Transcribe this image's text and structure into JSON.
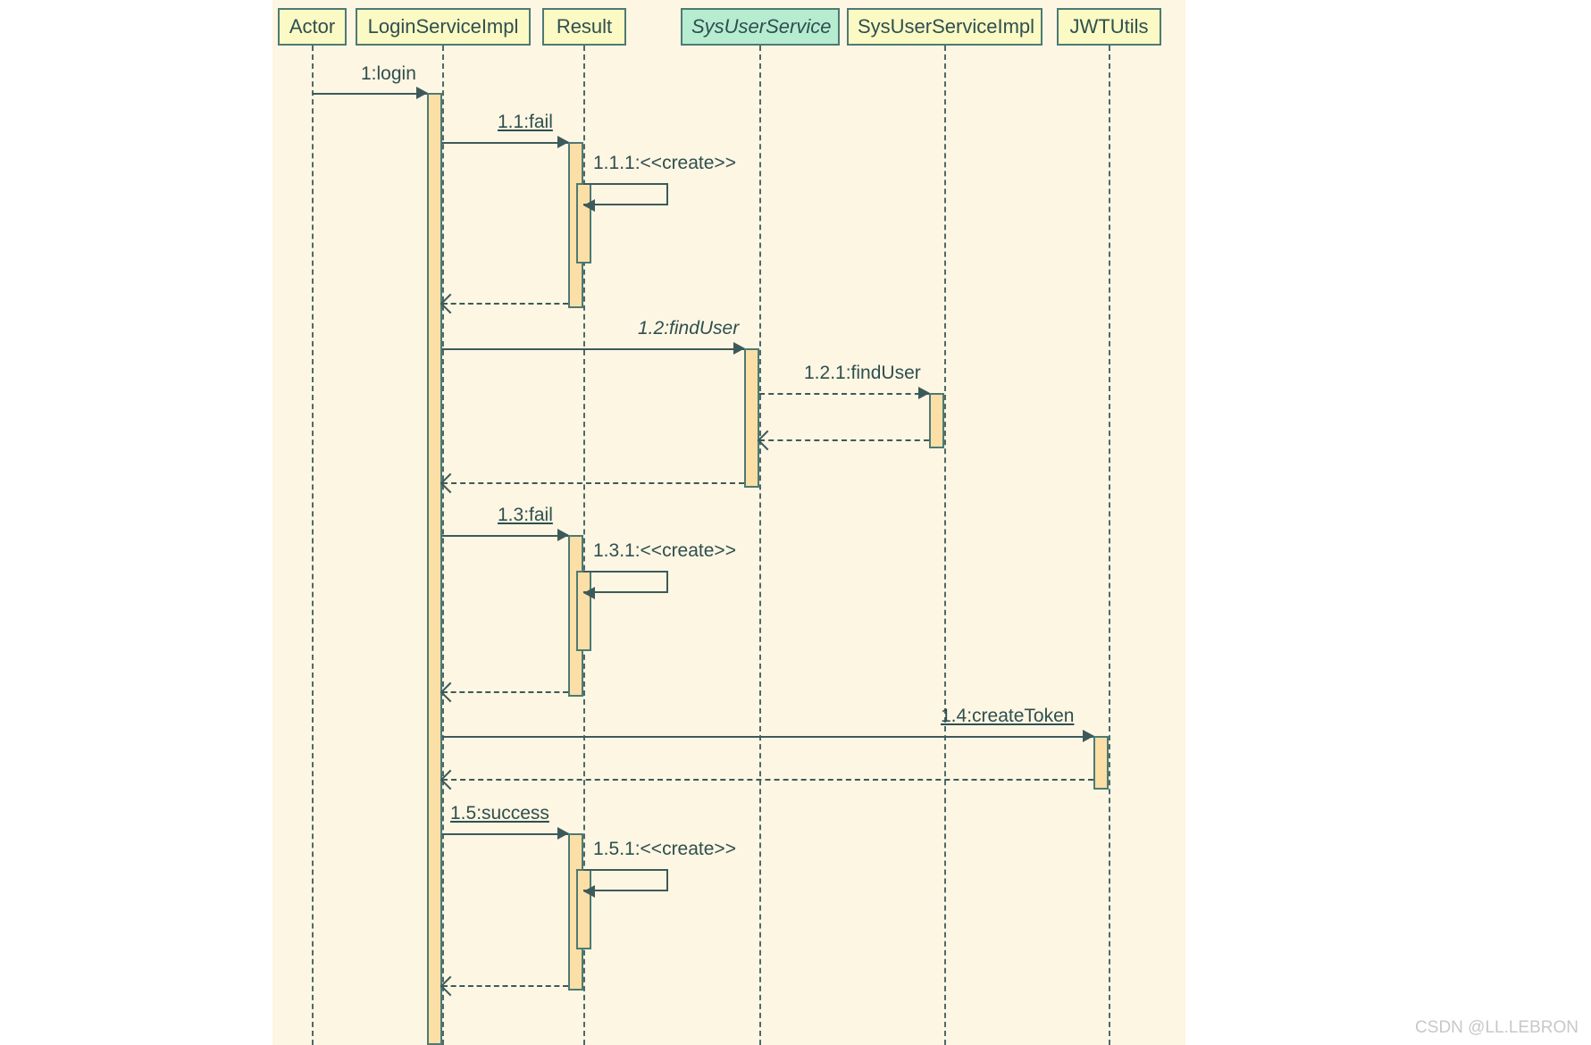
{
  "diagram": {
    "kind": "uml-sequence-diagram",
    "background_color": "#fdf6e3",
    "line_color": "#3d5a5a",
    "activation_fill": "#fcdfa6",
    "participant_fill": "#fbf9c4",
    "interface_fill": "#b6ecd0",
    "border_color": "#4d7a74"
  },
  "participants": [
    {
      "name": "Actor",
      "label": "Actor",
      "type": "class"
    },
    {
      "name": "LoginServiceImpl",
      "label": "LoginServiceImpl",
      "type": "class"
    },
    {
      "name": "Result",
      "label": "Result",
      "type": "class"
    },
    {
      "name": "SysUserService",
      "label": "SysUserService",
      "type": "interface"
    },
    {
      "name": "SysUserServiceImpl",
      "label": "SysUserServiceImpl",
      "type": "class"
    },
    {
      "name": "JWTUtils",
      "label": "JWTUtils",
      "type": "class"
    }
  ],
  "messages": [
    {
      "id": "1",
      "label": "1:login",
      "from": "Actor",
      "to": "LoginServiceImpl",
      "style": "solid",
      "underline": false,
      "italic": false
    },
    {
      "id": "1.1",
      "label": "1.1:fail",
      "from": "LoginServiceImpl",
      "to": "Result",
      "style": "solid",
      "underline": true,
      "italic": false
    },
    {
      "id": "1.1.1",
      "label": "1.1.1:<<create>>",
      "from": "Result",
      "to": "Result",
      "style": "self",
      "underline": false,
      "italic": false
    },
    {
      "id": "r1.1",
      "label": "",
      "from": "Result",
      "to": "LoginServiceImpl",
      "style": "return",
      "underline": false,
      "italic": false
    },
    {
      "id": "1.2",
      "label": "1.2:findUser",
      "from": "LoginServiceImpl",
      "to": "SysUserService",
      "style": "solid",
      "underline": false,
      "italic": true
    },
    {
      "id": "1.2.1",
      "label": "1.2.1:findUser",
      "from": "SysUserService",
      "to": "SysUserServiceImpl",
      "style": "dashed",
      "underline": false,
      "italic": false
    },
    {
      "id": "r1.2.1",
      "label": "",
      "from": "SysUserServiceImpl",
      "to": "SysUserService",
      "style": "return",
      "underline": false,
      "italic": false
    },
    {
      "id": "r1.2",
      "label": "",
      "from": "SysUserService",
      "to": "LoginServiceImpl",
      "style": "return",
      "underline": false,
      "italic": false
    },
    {
      "id": "1.3",
      "label": "1.3:fail",
      "from": "LoginServiceImpl",
      "to": "Result",
      "style": "solid",
      "underline": true,
      "italic": false
    },
    {
      "id": "1.3.1",
      "label": "1.3.1:<<create>>",
      "from": "Result",
      "to": "Result",
      "style": "self",
      "underline": false,
      "italic": false
    },
    {
      "id": "r1.3",
      "label": "",
      "from": "Result",
      "to": "LoginServiceImpl",
      "style": "return",
      "underline": false,
      "italic": false
    },
    {
      "id": "1.4",
      "label": "1.4:createToken",
      "from": "LoginServiceImpl",
      "to": "JWTUtils",
      "style": "solid",
      "underline": true,
      "italic": false
    },
    {
      "id": "r1.4",
      "label": "",
      "from": "JWTUtils",
      "to": "LoginServiceImpl",
      "style": "return",
      "underline": false,
      "italic": false
    },
    {
      "id": "1.5",
      "label": "1.5:success",
      "from": "LoginServiceImpl",
      "to": "Result",
      "style": "solid",
      "underline": true,
      "italic": false
    },
    {
      "id": "1.5.1",
      "label": "1.5.1:<<create>>",
      "from": "Result",
      "to": "Result",
      "style": "self",
      "underline": false,
      "italic": false
    },
    {
      "id": "r1.5",
      "label": "",
      "from": "Result",
      "to": "LoginServiceImpl",
      "style": "return",
      "underline": false,
      "italic": false
    }
  ],
  "watermark": {
    "text": "CSDN @LL.LEBRON"
  }
}
